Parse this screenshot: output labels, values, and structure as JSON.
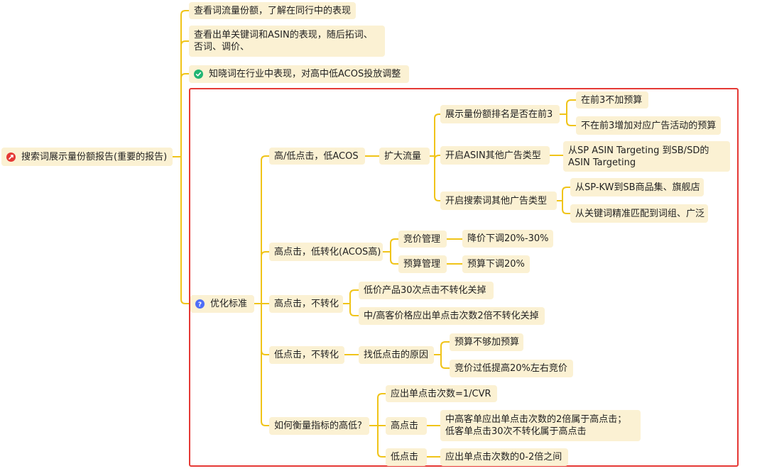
{
  "root": {
    "label": "搜索词展示量份额报告(重要的报告)",
    "icon": "rocket-icon",
    "icon_color": "#e53935"
  },
  "branches": {
    "b1": "查看词流量份额，了解在同行中的表现",
    "b2": "查看出单关键词和ASIN的表现，随后拓词、否词、调价、",
    "b3": {
      "label": "知晓词在行业中表现，对高中低ACOS投放调整",
      "icon": "check-circle-icon",
      "icon_color": "#22b573"
    },
    "b4": {
      "label": "优化标准",
      "icon": "question-circle-icon",
      "icon_color": "#4f6ef7"
    }
  },
  "optimization": {
    "high_click_low_acos": {
      "label": "高/低点击，低ACOS",
      "expand": {
        "label": "扩大流量",
        "rank": {
          "label": "展示量份额排名是否在前3",
          "yes": "在前3不加预算",
          "no": "不在前3增加对应广告活动的预算"
        },
        "asin": {
          "label": "开启ASIN其他广告类型",
          "detail": "从SP ASIN Targeting 到SB/SD的ASIN Targeting"
        },
        "search": {
          "label": "开启搜索词其他广告类型",
          "detail1": "从SP-KW到SB商品集、旗舰店",
          "detail2": "从关键词精准匹配到词组、广泛"
        }
      }
    },
    "high_click_low_conv": {
      "label": "高点击，低转化(ACOS高)",
      "bid": {
        "label": "竞价管理",
        "detail": "降价下调20%-30%"
      },
      "budget": {
        "label": "预算管理",
        "detail": "预算下调20%"
      }
    },
    "high_click_no_conv": {
      "label": "高点击，不转化",
      "item1": "低价产品30次点击不转化关掉",
      "item2": "中/高客价格应出单点击次数2倍不转化关掉"
    },
    "low_click_no_conv": {
      "label": "低点击，不转化",
      "reason": {
        "label": "找低点击的原因",
        "item1": "预算不够加预算",
        "item2": "竞价过低提高20%左右竞价"
      }
    },
    "measure": {
      "label": "如何衡量指标的高低?",
      "formula": "应出单点击次数=1/CVR",
      "high": {
        "label": "高点击",
        "detail": "中高客单应出单点击次数的2倍属于高点击；低客单点击30次不转化属于高点击"
      },
      "low": {
        "label": "低点击",
        "detail": "应出单点击次数的0-2倍之间"
      }
    }
  },
  "colors": {
    "line": "#f0c419",
    "node_bg": "#fbf1d3",
    "highlight": "#e53935"
  }
}
